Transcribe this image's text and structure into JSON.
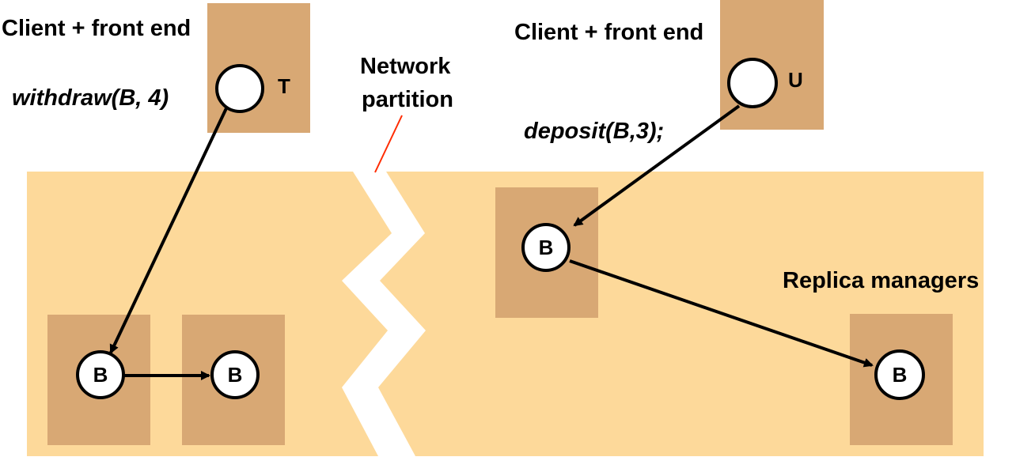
{
  "left_client": {
    "title": "Client + front end",
    "operation": "withdraw(B, 4)",
    "transaction": "T"
  },
  "right_client": {
    "title": "Client + front end",
    "operation": "deposit(B,3);",
    "transaction": "U"
  },
  "partition": {
    "label_line1": "Network",
    "label_line2": "partition"
  },
  "replica_managers_label": "Replica managers",
  "replicas": [
    "B",
    "B",
    "B",
    "B"
  ],
  "colors": {
    "partition_area": "#fdd99a",
    "box": "#d8a874",
    "node_fill": "#ffffff",
    "pointer_line": "#ff2b00"
  }
}
